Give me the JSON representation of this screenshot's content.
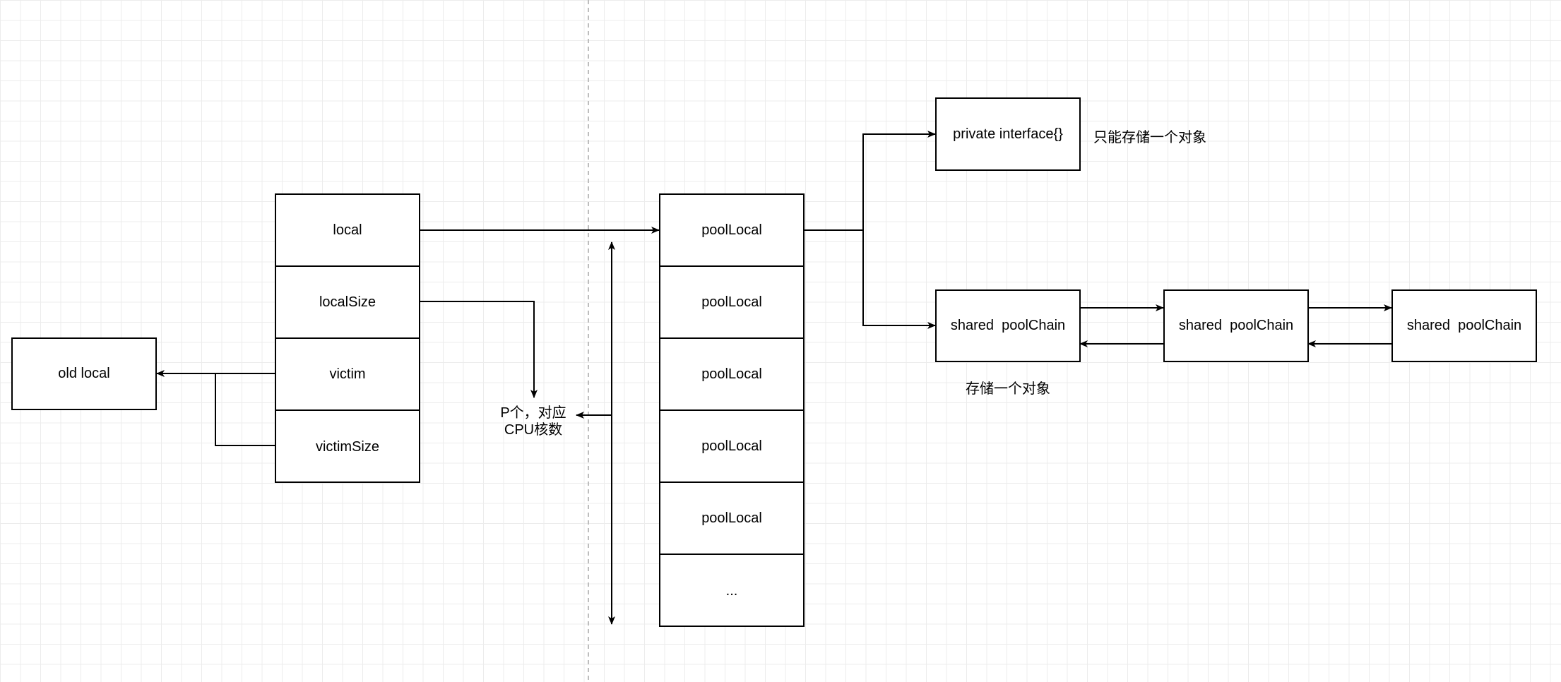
{
  "diagram": {
    "struct_fields": [
      "local",
      "localSize",
      "victim",
      "victimSize"
    ],
    "old_local": "old local",
    "pool_locals": [
      "poolLocal",
      "poolLocal",
      "poolLocal",
      "poolLocal",
      "poolLocal",
      "..."
    ],
    "p_note_line1": "P个，对应",
    "p_note_line2": "CPU核数",
    "private_box": "private interface{}",
    "private_note": "只能存储一个对象",
    "shared_boxes": [
      "shared  poolChain",
      "shared  poolChain",
      "shared  poolChain"
    ],
    "shared_note": "存储一个对象"
  }
}
